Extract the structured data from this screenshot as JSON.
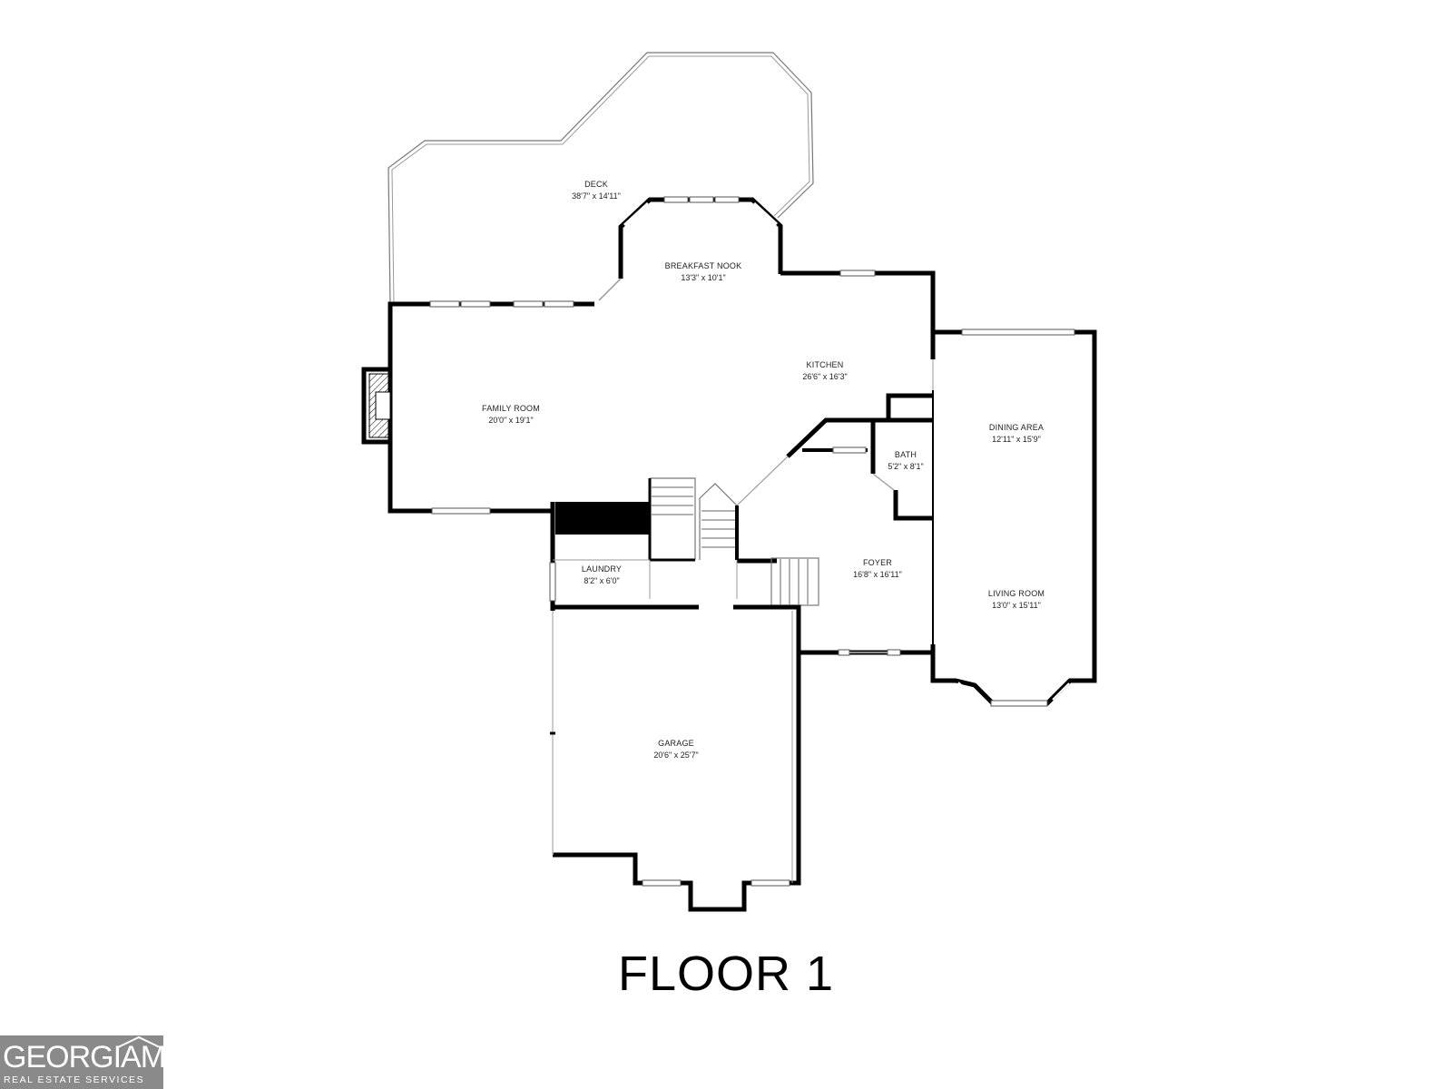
{
  "rooms": {
    "deck": {
      "label": "DECK",
      "dim": "38'7\" x 14'11\""
    },
    "breakfast": {
      "label": "BREAKFAST NOOK",
      "dim": "13'3\" x 10'1\""
    },
    "kitchen": {
      "label": "KITCHEN",
      "dim": "26'6\" x 16'3\""
    },
    "family": {
      "label": "FAMILY ROOM",
      "dim": "20'0\" x 19'1\""
    },
    "dining": {
      "label": "DINING AREA",
      "dim": "12'11\" x 15'9\""
    },
    "bath": {
      "label": "BATH",
      "dim": "5'2\" x 8'1\""
    },
    "laundry": {
      "label": "LAUNDRY",
      "dim": "8'2\" x 6'0\""
    },
    "foyer": {
      "label": "FOYER",
      "dim": "16'8\" x 16'11\""
    },
    "living": {
      "label": "LIVING ROOM",
      "dim": "13'0\" x 15'11\""
    },
    "garage": {
      "label": "GARAGE",
      "dim": "20'6\" x 25'7\""
    }
  },
  "floor_title": "FLOOR 1",
  "logo": {
    "main": "GEORGIAMLS",
    "sub": "REAL ESTATE SERVICES"
  }
}
